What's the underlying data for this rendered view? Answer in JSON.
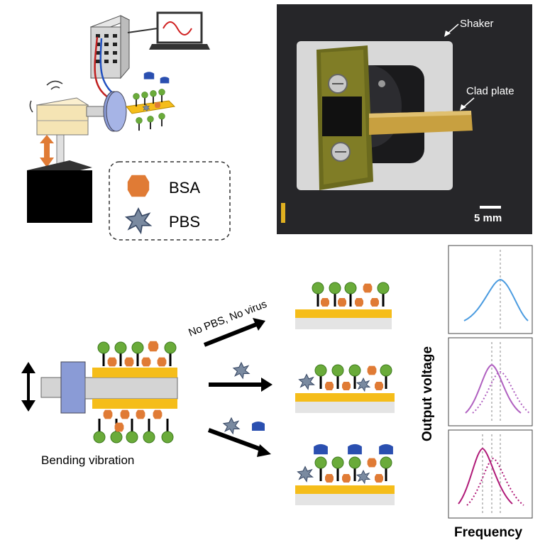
{
  "photo": {
    "shaker_label": "Shaker",
    "clad_plate_label": "Clad plate",
    "scale_label": "5 mm"
  },
  "legend": {
    "bsa_label": "BSA",
    "pbs_label": "PBS"
  },
  "process": {
    "motion_label": "Bending vibration",
    "arrow1_label": "No PBS, No virus"
  },
  "response": {
    "ylabel": "Output voltage",
    "xlabel": "Frequency"
  },
  "colors": {
    "bsa_orange": "#e07b35",
    "pbs_gray": "#7a8aa0",
    "tree_green": "#6aab3a",
    "virus_blue": "#2a4fb0",
    "gold_layer": "#f5bd1a",
    "beam_gray": "#d4d4d4",
    "clamp_blue": "#8a9bd6",
    "peak_blue": "#4a9be0",
    "peak_purple": "#b060c0",
    "peak_magenta": "#b01a78"
  }
}
